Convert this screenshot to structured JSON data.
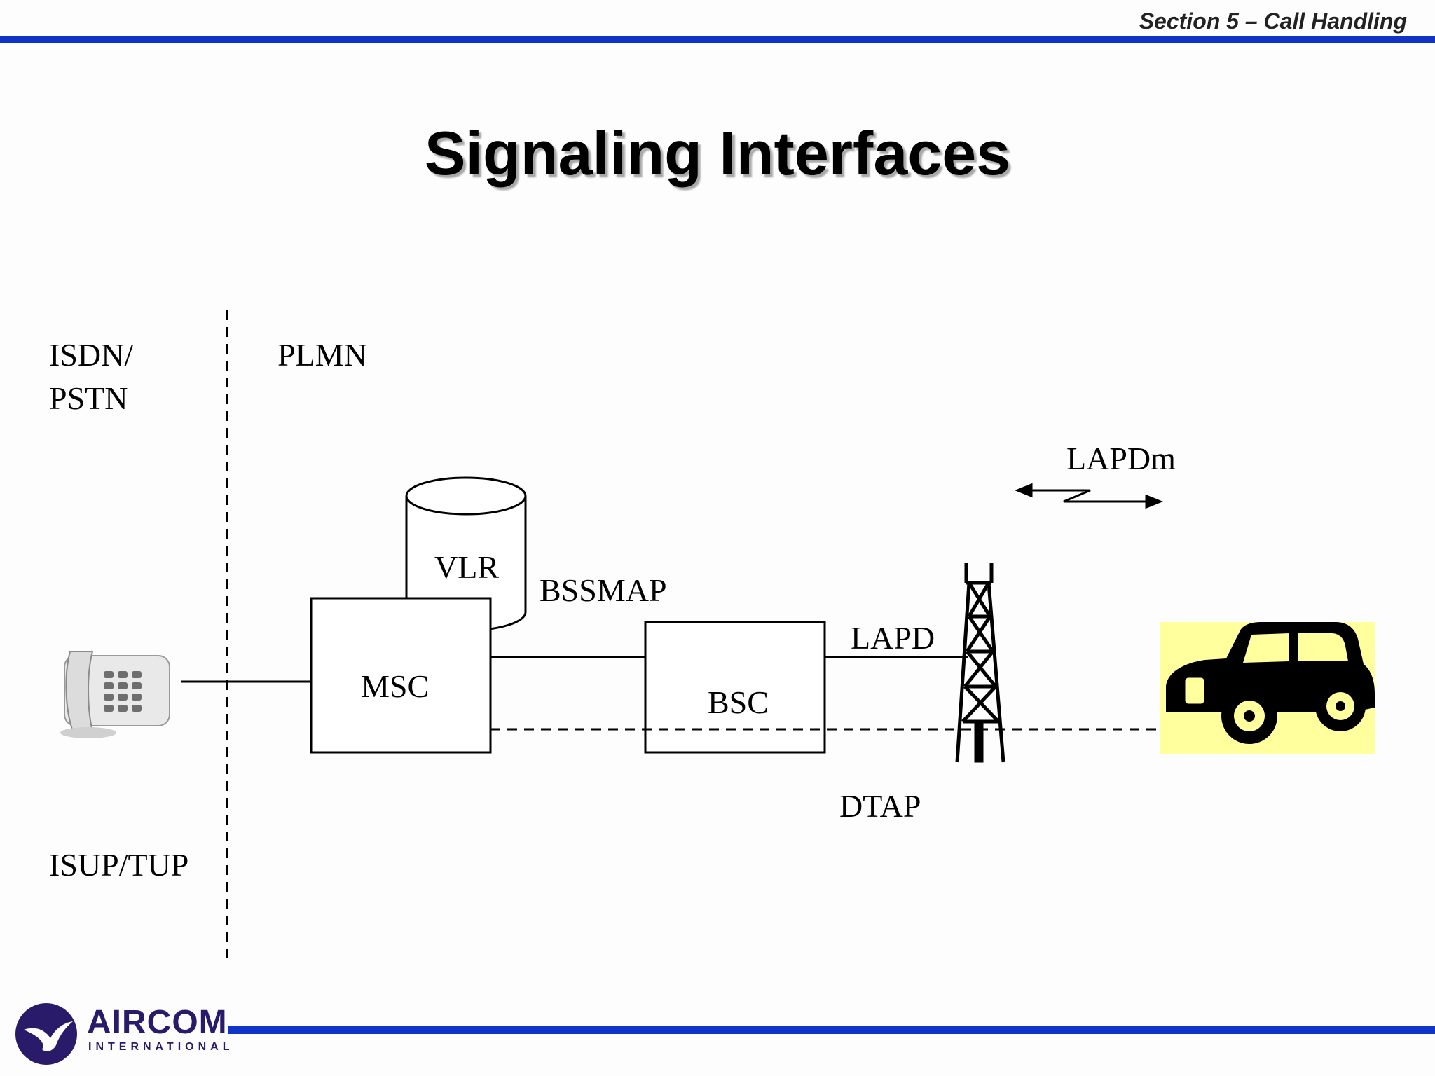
{
  "header": {
    "section": "Section 5 – Call Handling",
    "title": "Signaling Interfaces"
  },
  "diagram": {
    "regions": {
      "isdn_pstn_line1": "ISDN/",
      "isdn_pstn_line2": "PSTN",
      "plmn": "PLMN",
      "isup_tup": "ISUP/TUP"
    },
    "nodes": {
      "vlr": "VLR",
      "msc": "MSC",
      "bsc": "BSC"
    },
    "interfaces": {
      "bssmap": "BSSMAP",
      "lapd": "LAPD",
      "lapdm": "LAPDm",
      "dtap": "DTAP"
    },
    "icons": [
      "telephone-icon",
      "radio-tower-icon",
      "car-icon",
      "radio-link-arrow-icon"
    ]
  },
  "footer": {
    "logo_name": "AIRCOM",
    "logo_sub": "INTERNATIONAL"
  },
  "colors": {
    "rule_blue": "#1034c8",
    "car_background": "#ffff9e",
    "logo_purple": "#2a1a6a"
  }
}
